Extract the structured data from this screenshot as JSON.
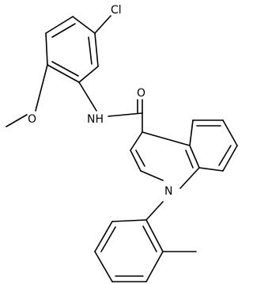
{
  "molecule": {
    "atoms": {
      "cl": "Cl",
      "o_carbonyl": "O",
      "o_methoxy": "O",
      "nh": "NH",
      "n_ring": "N"
    }
  },
  "colors": {
    "bond": "#000000",
    "label": "#000000",
    "background": "#ffffff"
  }
}
